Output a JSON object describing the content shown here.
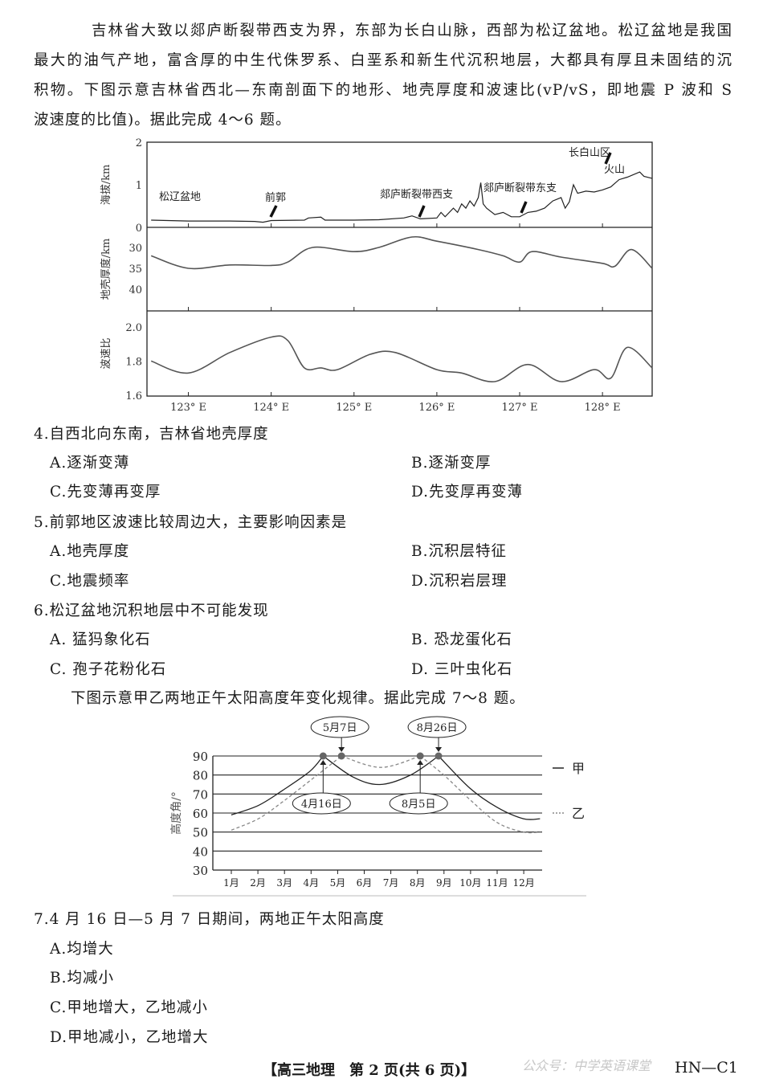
{
  "intro1": {
    "lines": [
      "吉林省大致以郯庐断裂带西支为界，东部为长白山脉，西部为松辽盆地。松辽盆地是我国",
      "最大的油气产地，富含厚的中生代侏罗系、白垩系和新生代沉积地层，大都具有厚且未固结的沉",
      "积物。下图示意吉林省西北—东南剖面下的地形、地壳厚度和波速比(vP/vS，即地震 P 波和 S",
      "波速度的比值)。据此完成 4～6 题。"
    ]
  },
  "questions1": [
    {
      "stem": "4.自西北向东南，吉林省地壳厚度",
      "options": [
        "A.逐渐变薄",
        "B.逐渐变厚",
        "C.先变薄再变厚",
        "D.先变厚再变薄"
      ]
    },
    {
      "stem": "5.前郭地区波速比较周边大，主要影响因素是",
      "options": [
        "A.地壳厚度",
        "B.沉积层特征",
        "C.地震频率",
        "D.沉积岩层理"
      ]
    },
    {
      "stem": "6.松辽盆地沉积地层中不可能发现",
      "options": [
        "A.  猛犸象化石",
        "B.  恐龙蛋化石",
        "C.  孢子花粉化石",
        "D.  三叶虫化石"
      ]
    }
  ],
  "intro2": "下图示意甲乙两地正午太阳高度年变化规律。据此完成 7～8 题。",
  "question7": {
    "stem": "7.4 月 16 日—5 月 7 日期间，两地正午太阳高度",
    "options": [
      "A.均增大",
      "B.均减小",
      "C.甲地增大，乙地减小",
      "D.甲地减小，乙地增大"
    ]
  },
  "footer": {
    "center": "【高三地理　第 2 页(共 6 页)】",
    "code": "HN—C1",
    "watermark": "公众号：中学英语课堂"
  },
  "chart_data": [
    {
      "type": "line",
      "x_ticks": [
        "123° E",
        "124° E",
        "125° E",
        "126° E",
        "127° E",
        "128° E"
      ],
      "xlim": [
        122.5,
        128.6
      ],
      "panels": [
        {
          "ylabel": "海拔/km",
          "ylim": [
            0,
            2
          ],
          "y_ticks": [
            "0",
            "1",
            "2"
          ],
          "annotations": [
            "松辽盆地",
            "前郭",
            "郯庐断裂带西支",
            "郯庐断裂带东支",
            "长白山区",
            "火山"
          ],
          "x": [
            122.55,
            123,
            123.5,
            123.8,
            123.9,
            124,
            124.4,
            124.45,
            124.6,
            124.65,
            125,
            125.3,
            125.6,
            125.7,
            125.8,
            126,
            126.05,
            126.1,
            126.2,
            126.25,
            126.3,
            126.35,
            126.4,
            126.45,
            126.5,
            126.53,
            126.56,
            126.6,
            126.7,
            126.8,
            126.9,
            127,
            127.1,
            127.2,
            127.3,
            127.4,
            127.5,
            127.55,
            127.6,
            127.65,
            127.7,
            127.8,
            127.9,
            128,
            128.1,
            128.2,
            128.3,
            128.45,
            128.5,
            128.6
          ],
          "values": [
            0.17,
            0.15,
            0.15,
            0.14,
            0.12,
            0.16,
            0.17,
            0.22,
            0.24,
            0.17,
            0.17,
            0.18,
            0.22,
            0.27,
            0.2,
            0.22,
            0.35,
            0.25,
            0.45,
            0.35,
            0.55,
            0.45,
            0.62,
            0.5,
            0.7,
            1.05,
            0.55,
            0.45,
            0.3,
            0.35,
            0.25,
            0.25,
            0.35,
            0.38,
            0.45,
            0.62,
            0.7,
            0.45,
            0.6,
            1.0,
            0.8,
            0.85,
            0.83,
            0.88,
            0.95,
            1.12,
            1.18,
            1.3,
            1.2,
            1.15
          ]
        },
        {
          "ylabel": "地壳厚度/km",
          "ylim": [
            25,
            45
          ],
          "y_reversed": true,
          "y_ticks": [
            "30",
            "35",
            "40"
          ],
          "x": [
            122.55,
            123,
            123.5,
            124,
            124.2,
            124.5,
            125,
            125.3,
            125.7,
            126,
            126.5,
            126.8,
            127,
            127.15,
            127.5,
            128,
            128.15,
            128.35,
            128.6
          ],
          "values": [
            32,
            35,
            34.2,
            34.3,
            33.5,
            30,
            31,
            30,
            27.5,
            28.5,
            30.5,
            32,
            33.5,
            31,
            32.3,
            33.8,
            34.5,
            30.5,
            35
          ]
        },
        {
          "ylabel": "波速比",
          "ylim": [
            1.6,
            2.1
          ],
          "y_ticks": [
            "1.6",
            "1.8",
            "2.0"
          ],
          "x": [
            122.55,
            123,
            123.5,
            124,
            124.2,
            124.4,
            124.6,
            124.8,
            125.2,
            125.5,
            126,
            126.3,
            126.7,
            127.1,
            127.5,
            127.9,
            128.1,
            128.3,
            128.6
          ],
          "values": [
            1.8,
            1.73,
            1.85,
            1.94,
            1.92,
            1.76,
            1.76,
            1.75,
            1.84,
            1.85,
            1.75,
            1.73,
            1.68,
            1.78,
            1.68,
            1.75,
            1.7,
            1.88,
            1.76
          ]
        }
      ]
    },
    {
      "type": "line",
      "ylabel": "高度角/°",
      "ylim": [
        30,
        90
      ],
      "y_ticks": [
        "30",
        "40",
        "50",
        "60",
        "70",
        "80",
        "90"
      ],
      "x_ticks": [
        "1月",
        "2月",
        "3月",
        "4月",
        "5月",
        "6月",
        "7月",
        "8月",
        "9月",
        "10月",
        "11月",
        "12月"
      ],
      "grid": true,
      "legend": "right",
      "series": [
        {
          "name": "甲",
          "style": "solid",
          "x": [
            "01-01",
            "02-01",
            "03-01",
            "04-01",
            "04-16",
            "05-20",
            "06-20",
            "07-25",
            "08-26",
            "10-01",
            "11-01",
            "12-01",
            "12-20"
          ],
          "values": [
            59,
            64,
            72,
            82,
            90,
            79,
            75,
            80,
            90,
            73,
            63,
            57,
            57
          ]
        },
        {
          "name": "乙",
          "style": "dashed",
          "x": [
            "01-01",
            "02-01",
            "03-01",
            "04-01",
            "05-07",
            "06-21",
            "08-05",
            "09-01",
            "10-01",
            "11-01",
            "12-01",
            "12-20"
          ],
          "values": [
            51,
            57,
            66,
            77,
            90,
            84,
            90,
            80,
            67,
            55,
            50,
            50
          ]
        }
      ],
      "annotations": [
        {
          "label": "4月16日",
          "date": "04-16",
          "value": 90
        },
        {
          "label": "5月7日",
          "date": "05-07",
          "value": 90
        },
        {
          "label": "8月5日",
          "date": "08-05",
          "value": 90
        },
        {
          "label": "8月26日",
          "date": "08-26",
          "value": 90
        }
      ]
    }
  ]
}
